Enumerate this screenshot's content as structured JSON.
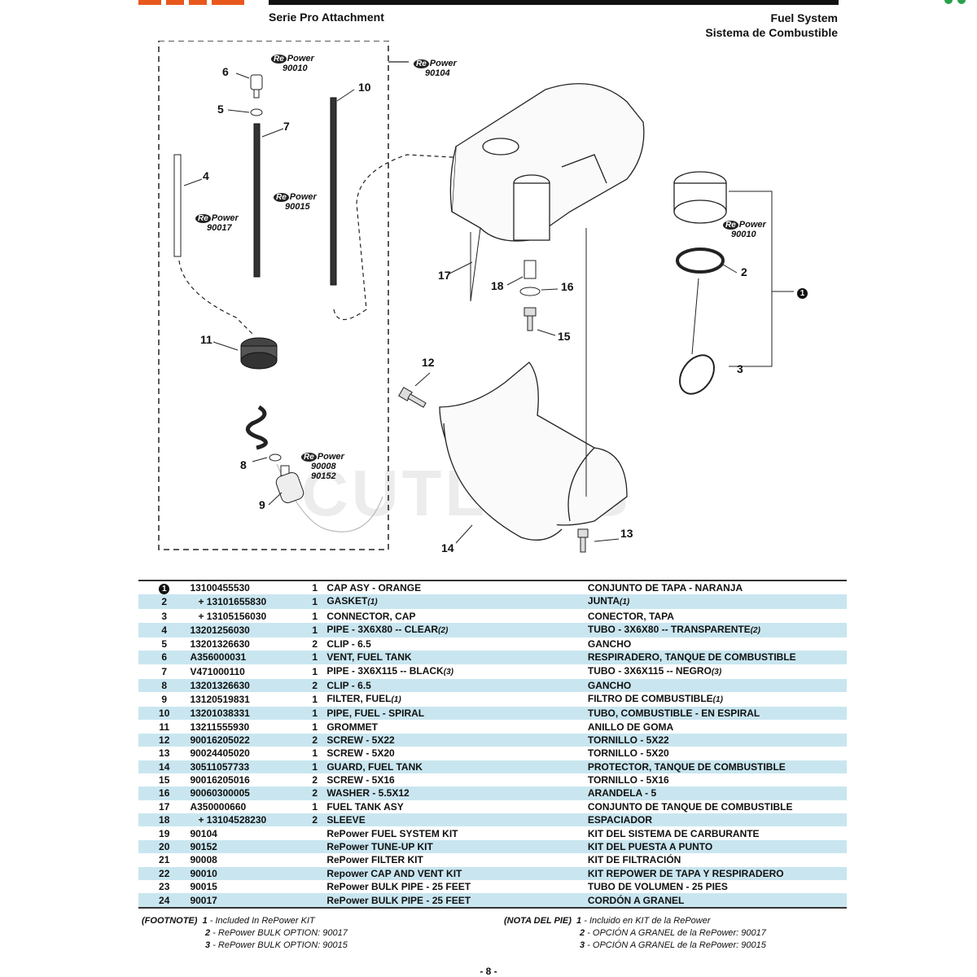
{
  "header": {
    "left_title": "Serie Pro Attachment",
    "right_title_en": "Fuel System",
    "right_title_es": "Sistema de Combustible"
  },
  "colors": {
    "accent": "#e8581c",
    "row_shade": "#c9e6f0",
    "green": "#2aa14a"
  },
  "diagram": {
    "watermark": "CUTLERS",
    "callouts": [
      "6",
      "5",
      "7",
      "10",
      "4",
      "11",
      "8",
      "9",
      "17",
      "18",
      "16",
      "15",
      "12",
      "14",
      "13",
      "2",
      "3",
      "1"
    ],
    "repower": {
      "brand": "RePower",
      "brand_re": "Re",
      "brand_power": "Power",
      "codes": {
        "vent": "90010",
        "kit": "90104",
        "pipe7": "90015",
        "pipe4": "90017",
        "cap": "90010",
        "filter_a": "90008",
        "filter_b": "90152"
      }
    }
  },
  "parts_table": {
    "rows": [
      {
        "key": "1",
        "key_circled": true,
        "part": "13100455530",
        "qty": "1",
        "desc": "CAP ASY - ORANGE",
        "esp": "CONJUNTO DE TAPA - NARANJA"
      },
      {
        "key": "2",
        "part": "+ 13101655830",
        "qty": "1",
        "desc": "GASKET",
        "desc_note": "(1)",
        "esp": "JUNTA",
        "esp_note": "(1)"
      },
      {
        "key": "3",
        "part": "+ 13105156030",
        "qty": "1",
        "desc": "CONNECTOR, CAP",
        "esp": "CONECTOR, TAPA"
      },
      {
        "key": "4",
        "part": "13201256030",
        "qty": "1",
        "desc": "PIPE - 3X6X80 -- CLEAR",
        "desc_note": "(2)",
        "esp": "TUBO - 3X6X80 -- TRANSPARENTE",
        "esp_note": "(2)"
      },
      {
        "key": "5",
        "part": "13201326630",
        "qty": "2",
        "desc": "CLIP - 6.5",
        "esp": "GANCHO"
      },
      {
        "key": "6",
        "part": "A356000031",
        "qty": "1",
        "desc": "VENT, FUEL TANK",
        "esp": "RESPIRADERO, TANQUE DE COMBUSTIBLE"
      },
      {
        "key": "7",
        "part": "V471000110",
        "qty": "1",
        "desc": "PIPE - 3X6X115 -- BLACK",
        "desc_note": "(3)",
        "esp": "TUBO - 3X6X115 -- NEGRO",
        "esp_note": "(3)"
      },
      {
        "key": "8",
        "part": "13201326630",
        "qty": "2",
        "desc": "CLIP - 6.5",
        "esp": "GANCHO"
      },
      {
        "key": "9",
        "part": "13120519831",
        "qty": "1",
        "desc": "FILTER, FUEL",
        "desc_note": "(1)",
        "esp": "FILTRO DE COMBUSTIBLE",
        "esp_note": "(1)"
      },
      {
        "key": "10",
        "part": "13201038331",
        "qty": "1",
        "desc": "PIPE, FUEL - SPIRAL",
        "esp": "TUBO, COMBUSTIBLE - EN ESPIRAL"
      },
      {
        "key": "11",
        "part": "13211555930",
        "qty": "1",
        "desc": "GROMMET",
        "esp": "ANILLO DE GOMA"
      },
      {
        "key": "12",
        "part": "90016205022",
        "qty": "2",
        "desc": "SCREW - 5X22",
        "esp": "TORNILLO - 5X22"
      },
      {
        "key": "13",
        "part": "90024405020",
        "qty": "1",
        "desc": "SCREW - 5X20",
        "esp": "TORNILLO - 5X20"
      },
      {
        "key": "14",
        "part": "30511057733",
        "qty": "1",
        "desc": "GUARD, FUEL TANK",
        "esp": "PROTECTOR, TANQUE DE COMBUSTIBLE"
      },
      {
        "key": "15",
        "part": "90016205016",
        "qty": "2",
        "desc": "SCREW - 5X16",
        "esp": "TORNILLO - 5X16"
      },
      {
        "key": "16",
        "part": "90060300005",
        "qty": "2",
        "desc": "WASHER - 5.5X12",
        "esp": "ARANDELA - 5"
      },
      {
        "key": "17",
        "part": "A350000660",
        "qty": "1",
        "desc": "FUEL TANK ASY",
        "esp": "CONJUNTO DE TANQUE DE COMBUSTIBLE"
      },
      {
        "key": "18",
        "part": "+ 13104528230",
        "qty": "2",
        "desc": "SLEEVE",
        "esp": "ESPACIADOR"
      },
      {
        "key": "19",
        "part": "90104",
        "qty": "",
        "desc": "RePower FUEL SYSTEM KIT",
        "esp": "KIT DEL SISTEMA DE CARBURANTE"
      },
      {
        "key": "20",
        "part": "90152",
        "qty": "",
        "desc": "RePower TUNE-UP KIT",
        "esp": "KIT DEL PUESTA A PUNTO"
      },
      {
        "key": "21",
        "part": "90008",
        "qty": "",
        "desc": "RePower FILTER KIT",
        "esp": "KIT DE FILTRACIÓN"
      },
      {
        "key": "22",
        "part": "90010",
        "qty": "",
        "desc": "Repower CAP AND VENT KIT",
        "esp": "KIT REPOWER DE TAPA Y RESPIRADERO"
      },
      {
        "key": "23",
        "part": "90015",
        "qty": "",
        "desc": "RePower BULK PIPE - 25 FEET",
        "esp": "TUBO DE VOLUMEN - 25 PIES"
      },
      {
        "key": "24",
        "part": "90017",
        "qty": "",
        "desc": "RePower BULK PIPE - 25 FEET",
        "esp": "CORDÓN A GRANEL"
      }
    ]
  },
  "footnotes": {
    "en_label": "(FOOTNOTE)",
    "en": [
      {
        "num": "1",
        "text": " - Included In RePower KIT"
      },
      {
        "num": "2",
        "text": " - RePower BULK OPTION: 90017"
      },
      {
        "num": "3",
        "text": " - RePower BULK OPTION: 90015"
      }
    ],
    "es_label": "(NOTA DEL PIE)",
    "es": [
      {
        "num": "1",
        "text": " - Incluido en KIT de la RePower"
      },
      {
        "num": "2",
        "text": " - OPCIÓN A GRANEL de la RePower: 90017"
      },
      {
        "num": "3",
        "text": " - OPCIÓN A GRANEL de la RePower: 90015"
      }
    ]
  },
  "page_number": "- 8 -"
}
